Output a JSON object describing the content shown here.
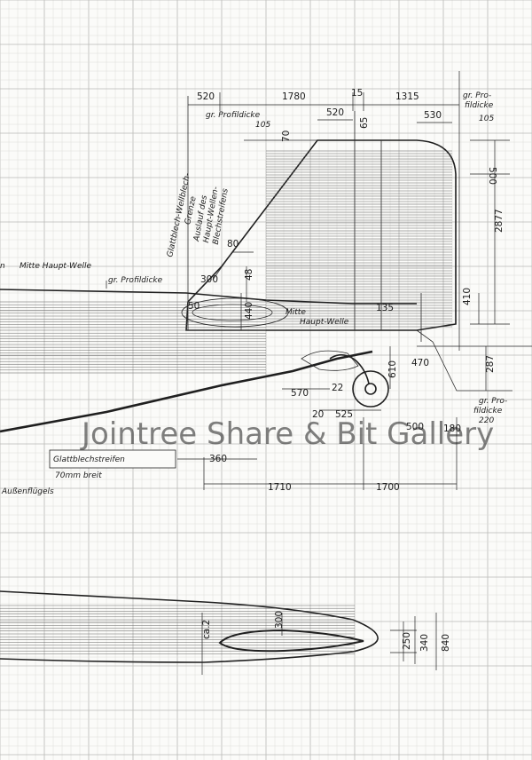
{
  "drawing": {
    "dimensions_top": [
      "520",
      "1780",
      "15",
      "1315",
      "520",
      "530",
      "65",
      "70"
    ],
    "dimensions_right": [
      "500",
      "2877",
      "410",
      "287"
    ],
    "dimensions_center": [
      "80",
      "300",
      "48",
      "440",
      "50",
      "135",
      "610",
      "470",
      "570",
      "22"
    ],
    "dimensions_bottom": [
      "20",
      "525",
      "500",
      "180",
      "360",
      "1710",
      "1700"
    ],
    "section_dimensions": [
      "ca.2",
      "300",
      "250",
      "340",
      "840"
    ],
    "labels": {
      "gr_profildicke_top": "gr. Profildicke",
      "gr_profildicke_top_value": "105",
      "gr_profildicke_right": "gr. Pro-\nfildicke",
      "gr_profildicke_right_value": "105",
      "gr_profildicke_left": "gr. Profildicke",
      "gr_profildicke_br": "gr. Pro-\nfildicke",
      "gr_profildicke_br_value": "220",
      "glattblech_grenze": "Glattblech-Wellblech-\nGrenze",
      "auslauf": "Auslauf des\nHaupt-Wellen-\nBlechstreifens",
      "mitte_haupt_welle_left": "Mitte Haupt-Welle",
      "mitte_haupt_welle_center": "Mitte\nHaupt-Welle",
      "glattblechstreifen": "Glattblechstreifen\n70mm breit",
      "aussenfluegels": "Außenflügels",
      "n_prefix": "n"
    },
    "watermark": "Jointree Share & Bit Gallery"
  }
}
